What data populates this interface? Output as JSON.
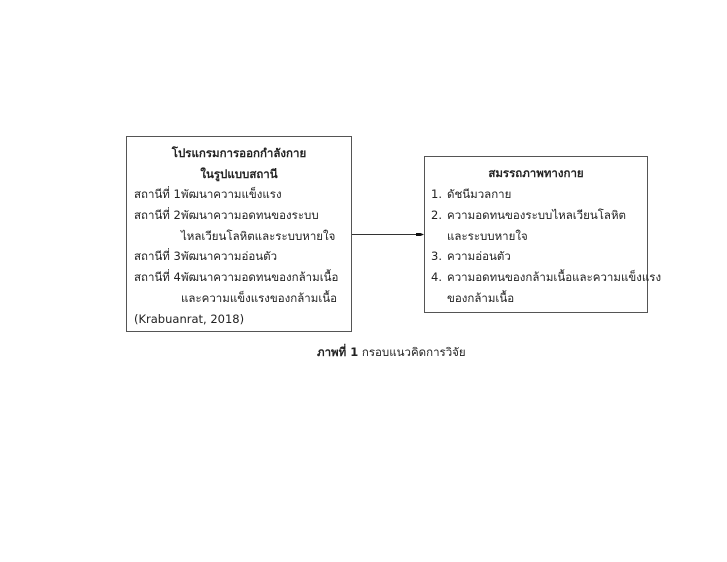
{
  "program_box": {
    "title_line1": "โปรแกรมการออกกำลังกาย",
    "title_line2": "ในรูปแบบสถานี",
    "stations": [
      {
        "label": "สถานีที่ 1",
        "lines": [
          "พัฒนาความแข็งแรง"
        ]
      },
      {
        "label": "สถานีที่ 2",
        "lines": [
          "พัฒนาความอดทนของระบบ",
          "ไหลเวียนโลหิตและระบบหายใจ"
        ]
      },
      {
        "label": "สถานีที่ 3",
        "lines": [
          "พัฒนาความอ่อนตัว"
        ]
      },
      {
        "label": "สถานีที่ 4",
        "lines": [
          "พัฒนาความอดทนของกล้ามเนื้อ",
          "และความแข็งแรงของกล้ามเนื้อ"
        ]
      }
    ],
    "citation": "(Krabuanrat, 2018)"
  },
  "fitness_box": {
    "title": "สมรรถภาพทางกาย",
    "items": [
      {
        "num": "1.",
        "lines": [
          "ดัชนีมวลกาย"
        ]
      },
      {
        "num": "2.",
        "lines": [
          "ความอดทนของระบบไหลเวียนโลหิต",
          "และระบบหายใจ"
        ]
      },
      {
        "num": "3.",
        "lines": [
          "ความอ่อนตัว"
        ]
      },
      {
        "num": "4.",
        "lines": [
          "ความอดทนของกล้ามเนื้อและความแข็งแรง",
          "ของกล้ามเนื้อ"
        ]
      }
    ]
  },
  "caption": {
    "label": "ภาพที่ 1",
    "text": "กรอบแนวคิดการวิจัย"
  }
}
